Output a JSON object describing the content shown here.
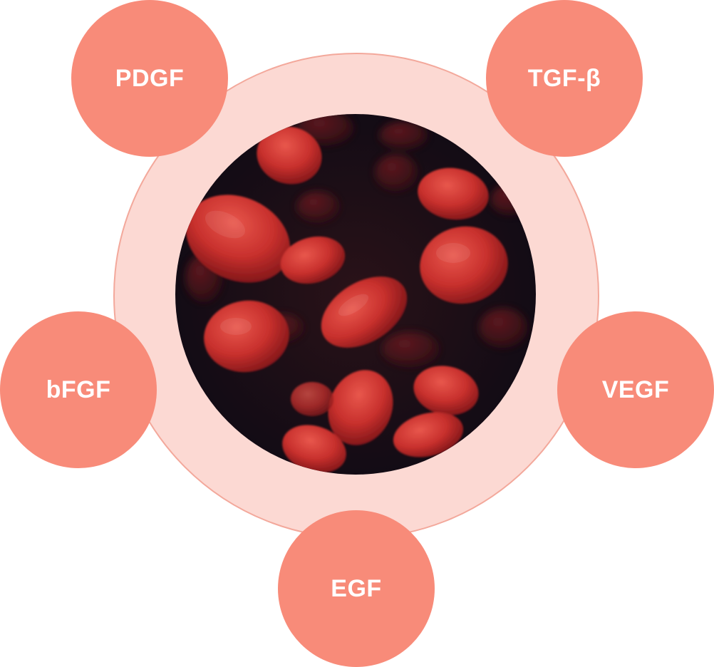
{
  "colors": {
    "node_fill": "#f88b79",
    "ring_fill": "#fcd9d3",
    "ring_stroke": "#f3a89b",
    "node_text": "#ffffff"
  },
  "nodes": [
    {
      "id": "pdgf",
      "label": "PDGF"
    },
    {
      "id": "tgf-beta",
      "label": "TGF-β"
    },
    {
      "id": "bfgf",
      "label": "bFGF"
    },
    {
      "id": "vegf",
      "label": "VEGF"
    },
    {
      "id": "egf",
      "label": "EGF"
    }
  ],
  "center_image": {
    "subject": "red-blood-cells"
  }
}
